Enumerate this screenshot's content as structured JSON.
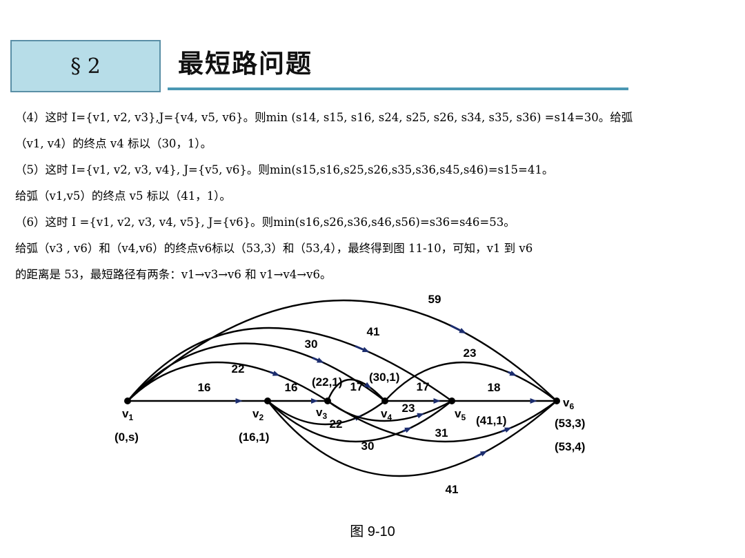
{
  "header": {
    "section": "§ 2",
    "title": "最短路问题"
  },
  "body_lines": [
    "（4）这时 I={v1, v2, v3},J={v4, v5, v6}。则min (s14, s15, s16, s24, s25, s26, s34, s35, s36) =s14=30。给弧",
    "（v1, v4）的终点 v4 标以（30，1）。",
    "（5）这时 I={v1, v2, v3, v4}, J={v5, v6}。则min(s15,s16,s25,s26,s35,s36,s45,s46)=s15=41。",
    "给弧（v1,v5）的终点 v5 标以（41，1）。",
    "（6）这时 I ={v1, v2, v3, v4, v5}, J={v6}。则min(s16,s26,s36,s46,s56)=s36=s46=53。",
    "给弧（v3 , v6）和（v4,v6）的终点v6标以（53,3）和（53,4），最终得到图 11-10，可知，v1 到 v6",
    "的距离是 53，最短路径有两条：v1→v3→v6 和 v1→v4→v6。"
  ],
  "diagram": {
    "nodes": [
      {
        "id": "v1",
        "label": "v1",
        "mark": "(0,s)"
      },
      {
        "id": "v2",
        "label": "v2",
        "mark": "(16,1)"
      },
      {
        "id": "v3",
        "label": "v3",
        "mark": "(22,1)"
      },
      {
        "id": "v4",
        "label": "v4",
        "mark": "(30,1)"
      },
      {
        "id": "v5",
        "label": "v5",
        "mark": "(41,1)"
      },
      {
        "id": "v6",
        "label": "v6",
        "mark": "(53,3)",
        "mark2": "(53,4)"
      }
    ],
    "edges": [
      {
        "from": "v1",
        "to": "v2",
        "weight": "16"
      },
      {
        "from": "v1",
        "to": "v3",
        "weight": "22"
      },
      {
        "from": "v1",
        "to": "v4",
        "weight": "30"
      },
      {
        "from": "v1",
        "to": "v5",
        "weight": "41"
      },
      {
        "from": "v1",
        "to": "v6",
        "weight": "59"
      },
      {
        "from": "v2",
        "to": "v3",
        "weight": "16"
      },
      {
        "from": "v2",
        "to": "v4",
        "weight": "22"
      },
      {
        "from": "v2",
        "to": "v5",
        "weight": "30"
      },
      {
        "from": "v2",
        "to": "v6",
        "weight": "41"
      },
      {
        "from": "v3",
        "to": "v4",
        "weight": "17"
      },
      {
        "from": "v3",
        "to": "v5",
        "weight": "23"
      },
      {
        "from": "v3",
        "to": "v6",
        "weight": "31"
      },
      {
        "from": "v4",
        "to": "v5",
        "weight": "17"
      },
      {
        "from": "v4",
        "to": "v6",
        "weight": "23"
      },
      {
        "from": "v5",
        "to": "v6",
        "weight": "18"
      }
    ]
  },
  "caption": "图 9-10"
}
